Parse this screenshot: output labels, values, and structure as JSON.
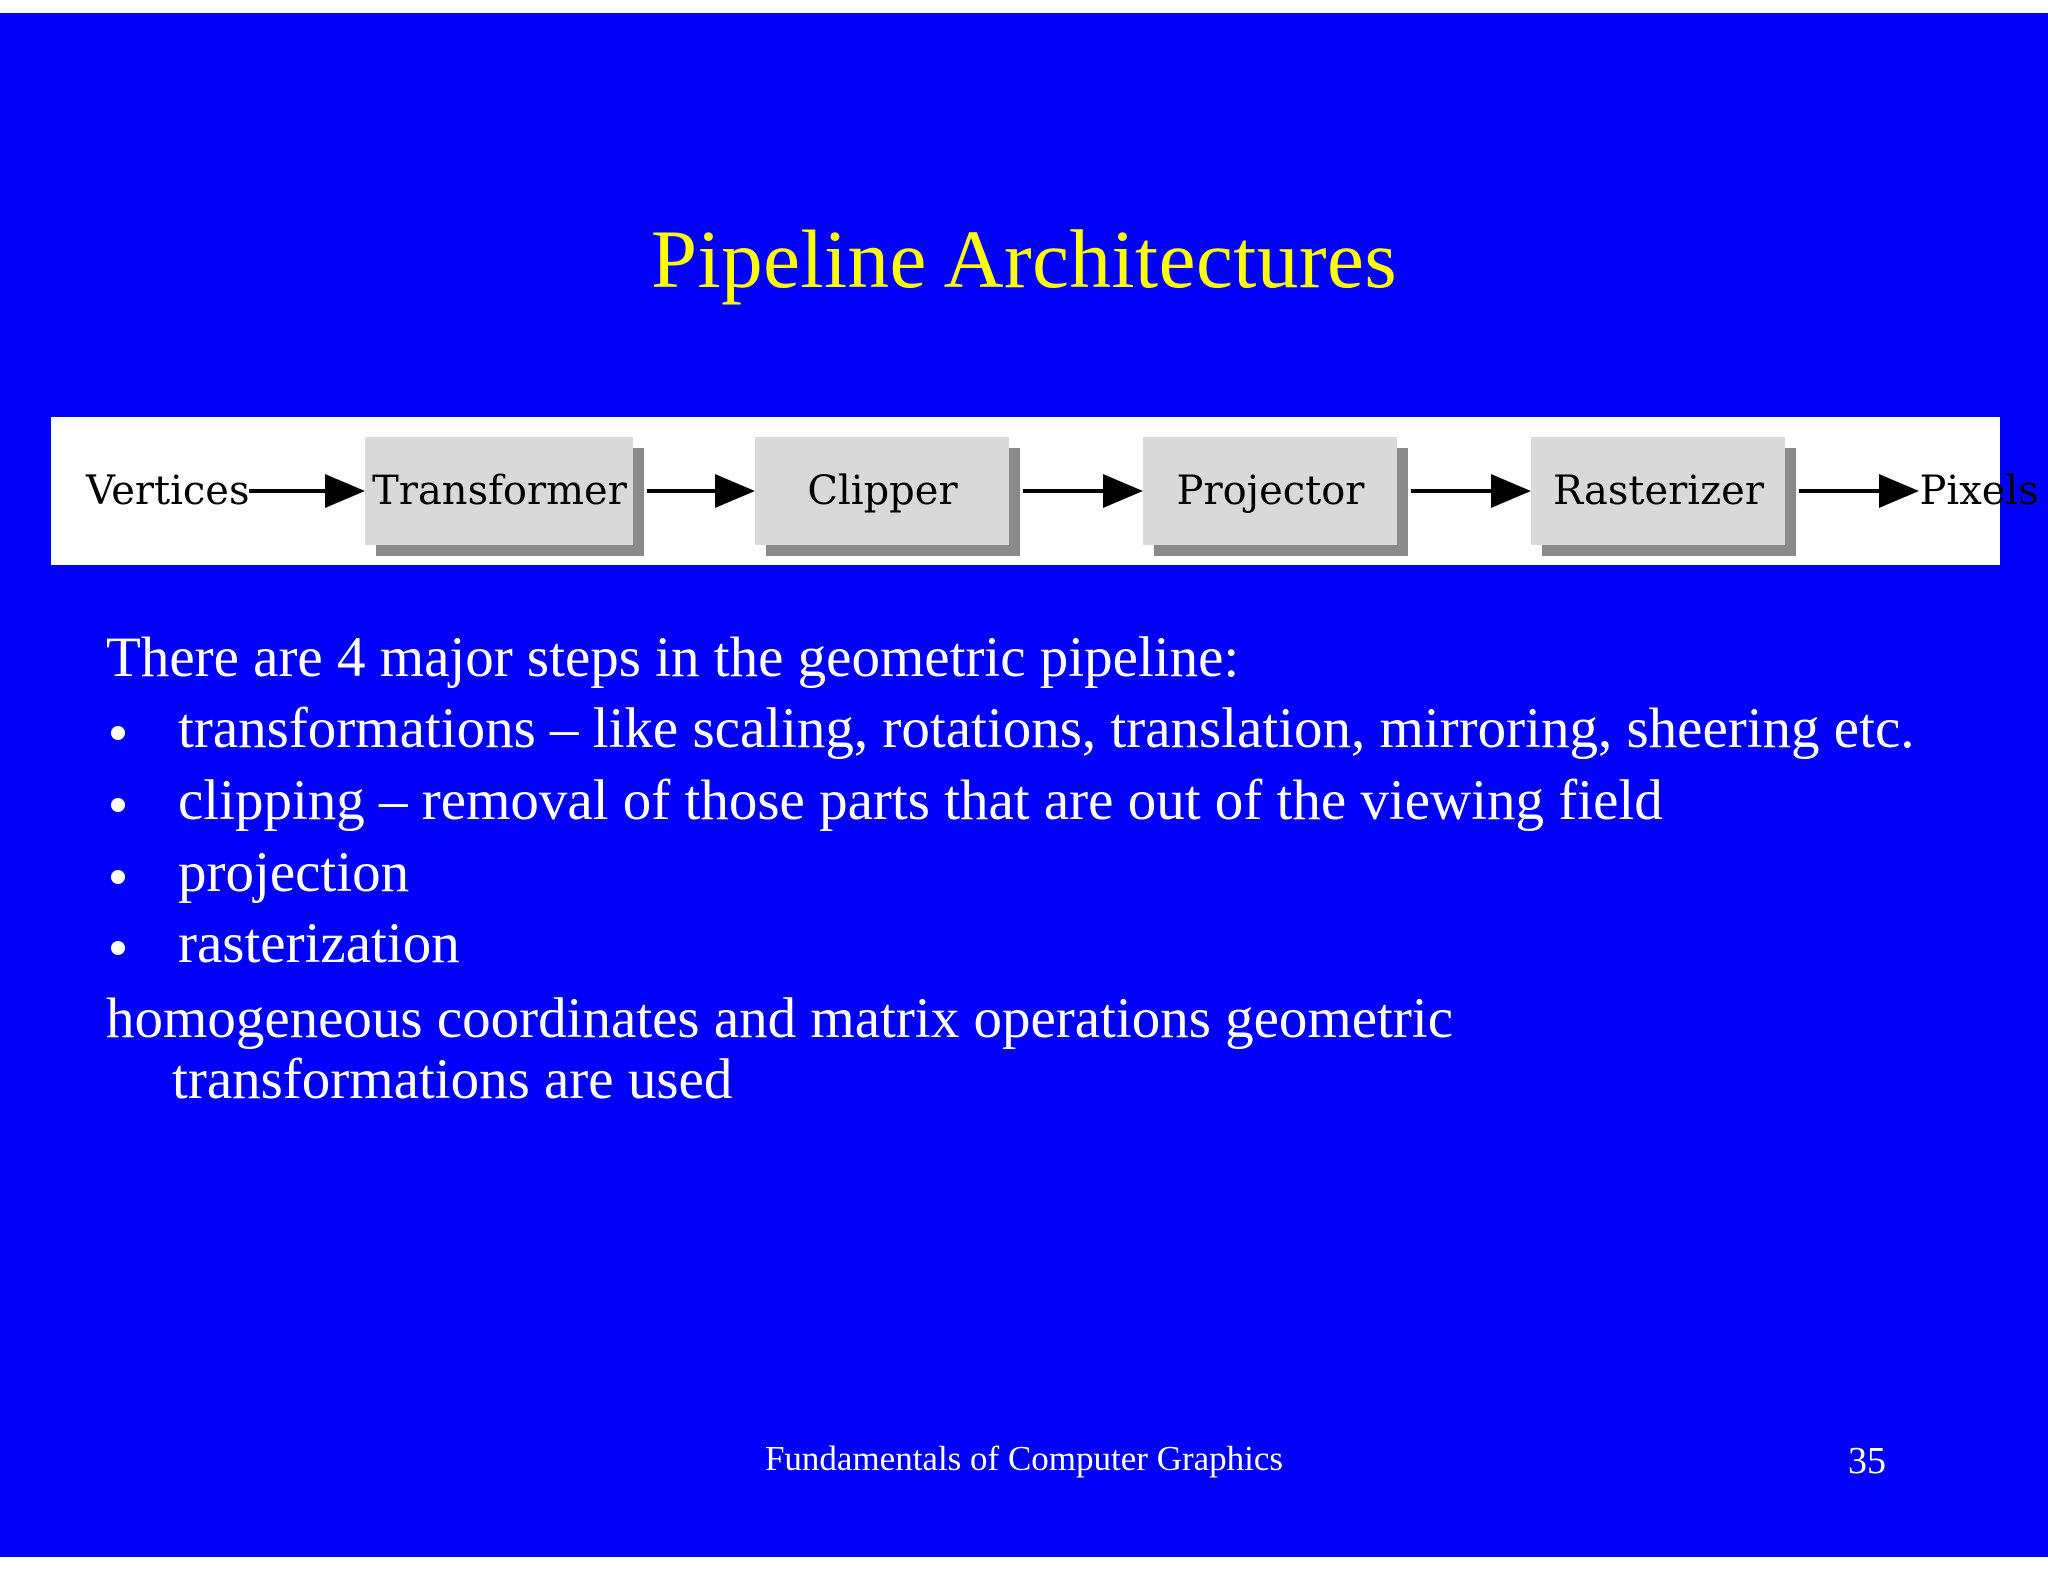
{
  "slide": {
    "title": "Pipeline Architectures",
    "background_color": "#0000fa",
    "title_color": "#ffff00",
    "body_color": "#ffffff"
  },
  "diagram": {
    "name": "geometric-pipeline",
    "background_color": "#ffffff",
    "box_fill": "#d9d9d9",
    "box_shadow": "#8a8a8a",
    "input_label": "Vertices",
    "output_label": "Pixels",
    "stages": [
      {
        "label": "Transformer"
      },
      {
        "label": "Clipper"
      },
      {
        "label": "Projector"
      },
      {
        "label": "Rasterizer"
      }
    ]
  },
  "body": {
    "lead": "There are 4 major steps in the geometric pipeline:",
    "bullets": [
      "transformations – like scaling, rotations, translation, mirroring, sheering etc.",
      "clipping – removal of those parts that are out of the viewing field",
      "projection",
      "rasterization"
    ],
    "closing_line1": "homogeneous coordinates and matrix operations geometric",
    "closing_line2": "transformations are used"
  },
  "footer": {
    "title": "Fundamentals of Computer Graphics",
    "page_number": "35"
  }
}
